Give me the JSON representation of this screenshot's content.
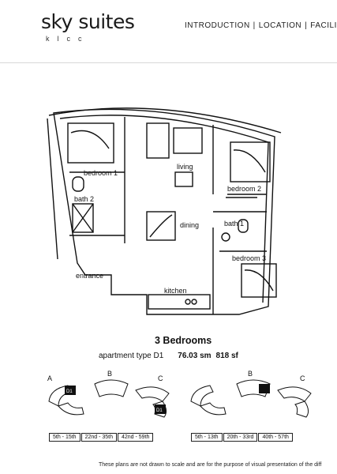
{
  "header": {
    "logo_main": "sky suites",
    "logo_sub": "klcc",
    "nav": [
      "INTRODUCTION",
      "LOCATION",
      "FACILITI"
    ]
  },
  "plan": {
    "rooms": {
      "bedroom1": "bedroom 1",
      "bedroom2": "bedroom 2",
      "bedroom3": "bedroom 3",
      "bath1": "bath 1",
      "bath2": "bath 2",
      "living": "living",
      "dining": "dining",
      "kitchen": "kitchen",
      "entrance": "entrance"
    }
  },
  "unit": {
    "title": "3 Bedrooms",
    "type": "apartment type D1",
    "area_sm": "76.03 sm",
    "area_sf": "818 sf"
  },
  "keyplan_left": {
    "labels": [
      "A",
      "B",
      "C"
    ],
    "unit_tag": "D1",
    "floors": [
      "5th - 15th",
      "22nd - 35th",
      "42nd - 59th"
    ]
  },
  "keyplan_right": {
    "labels": [
      "B",
      "C"
    ],
    "floors": [
      "5th - 13th",
      "20th - 33rd",
      "40th - 57th"
    ]
  },
  "footer": {
    "disclaimer": "These plans are not drawn to scale and are for the purpose of visual presentation of the diff"
  }
}
